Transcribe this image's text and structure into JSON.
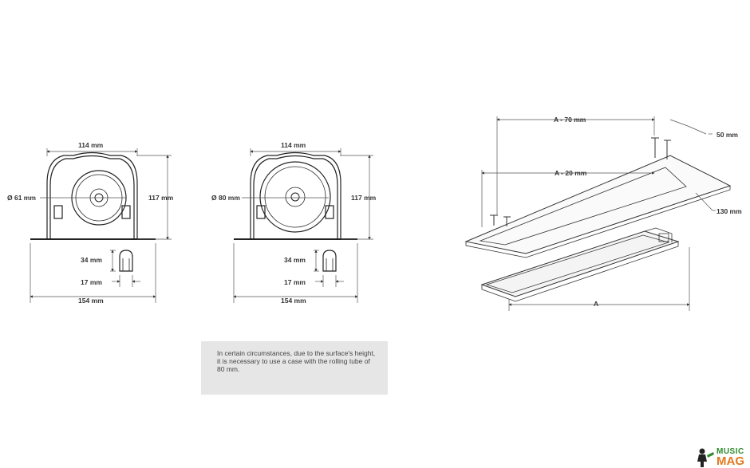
{
  "left_section": {
    "width_top": "114 mm",
    "diameter": "Ø 61 mm",
    "height": "117 mm",
    "profile_height": "34 mm",
    "profile_width": "17 mm",
    "width_total": "154 mm"
  },
  "middle_section": {
    "width_top": "114 mm",
    "diameter": "Ø 80 mm",
    "height": "117 mm",
    "profile_height": "34 mm",
    "profile_width": "17 mm",
    "width_total": "154 mm"
  },
  "perspective": {
    "length_outer": "A - 70 mm",
    "length_inner": "A - 20 mm",
    "side_depth": "50 mm",
    "width": "130 mm",
    "length": "A"
  },
  "note": {
    "text": "In certain circumstances, due to the surface's height, it is necessary to use a case with the rolling tube of 80 mm."
  },
  "logo": {
    "line1": "MUSIC",
    "line2": "MAG"
  }
}
